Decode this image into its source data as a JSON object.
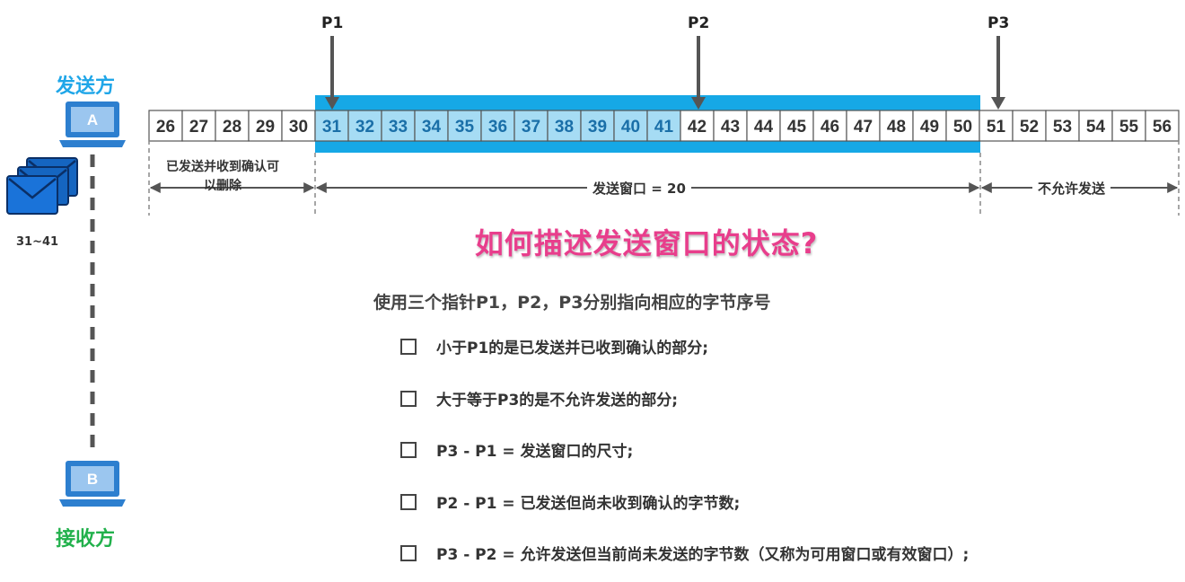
{
  "sender_label": "发送方",
  "receiver_label": "接收方",
  "host_a": "A",
  "host_b": "B",
  "mail_label": "31~41",
  "pointers": {
    "p1": "P1",
    "p2": "P2",
    "p3": "P3"
  },
  "bytes": [
    "26",
    "27",
    "28",
    "29",
    "30",
    "31",
    "32",
    "33",
    "34",
    "35",
    "36",
    "37",
    "38",
    "39",
    "40",
    "41",
    "42",
    "43",
    "44",
    "45",
    "46",
    "47",
    "48",
    "49",
    "50",
    "51",
    "52",
    "53",
    "54",
    "55",
    "56"
  ],
  "sent_acked_note": "已发送并收到确认可以删除",
  "window_label": "发送窗口 = 20",
  "not_allowed_label": "不允许发送",
  "question": "如何描述发送窗口的状态?",
  "subtitle": "使用三个指针P1，P2，P3分别指向相应的字节序号",
  "items": [
    "小于P1的是已发送并已收到确认的部分;",
    "大于等于P3的是不允许发送的部分;",
    "P3 - P1 = 发送窗口的尺寸;",
    "P2 - P1 = 已发送但尚未收到确认的字节数;",
    "P3 - P2 = 允许发送但当前尚未发送的字节数（又称为可用窗口或有效窗口）;"
  ],
  "colors": {
    "window_bar": "#16a8e6",
    "sent_cell": "#a6dcf4",
    "sender": "#1fa6e8",
    "receiver": "#22b14c",
    "question": "#e83e8c",
    "mail": "#1565c0"
  }
}
